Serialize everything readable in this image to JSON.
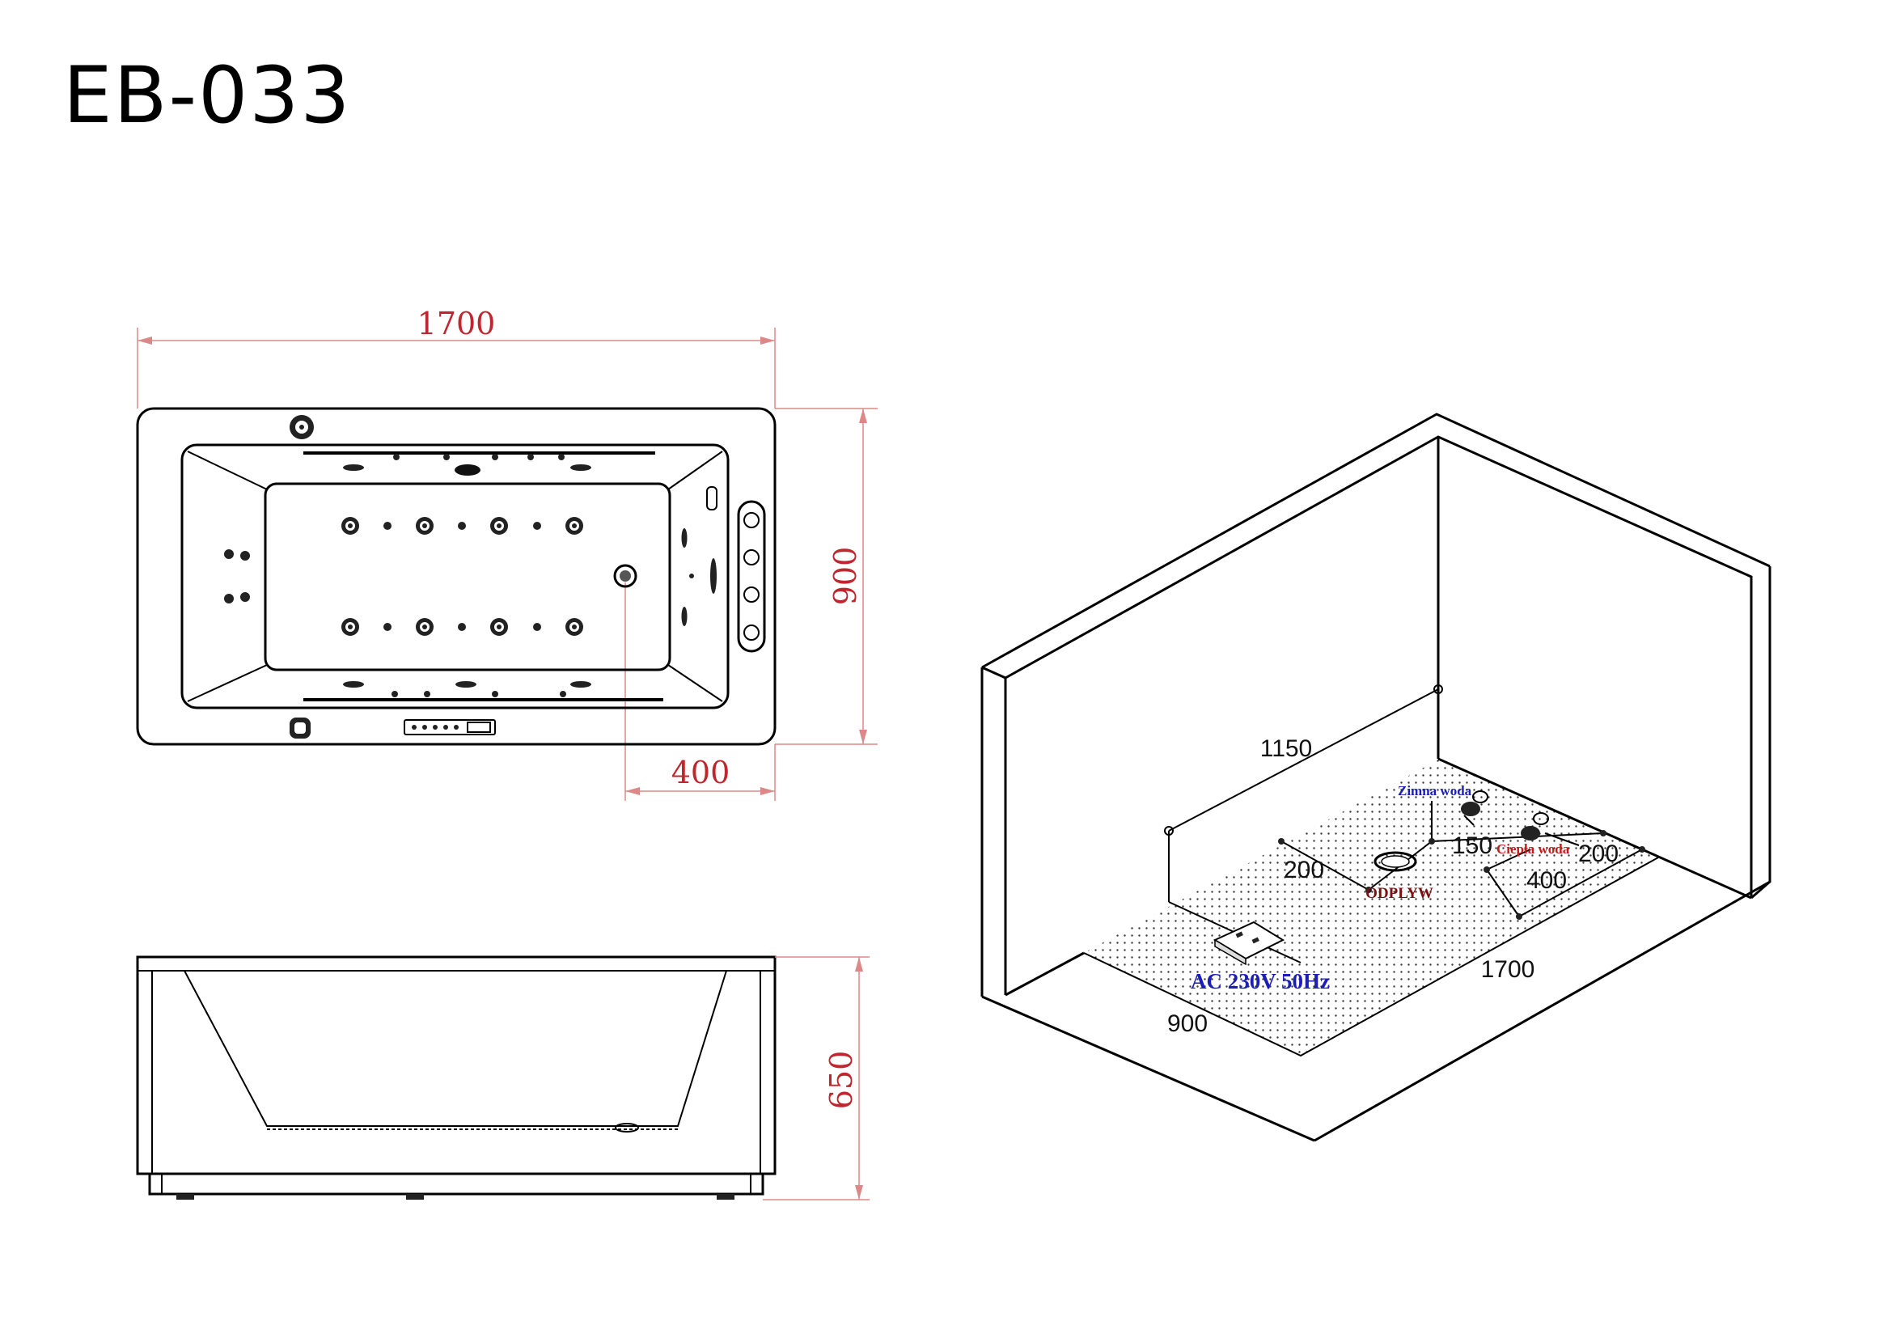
{
  "title": "EB-033",
  "top_view": {
    "width_label": "1700",
    "depth_label": "900",
    "offset_label": "400"
  },
  "side_view": {
    "height_label": "650"
  },
  "install_view": {
    "dim_1150": "1150",
    "dim_200_left": "200",
    "dim_150": "150",
    "dim_200_right": "200",
    "dim_400": "400",
    "dim_1700": "1700",
    "dim_900": "900",
    "cold_water": "Zimna woda",
    "hot_water": "Ciepła woda",
    "drain": "ODPLYW",
    "power": "AC 230V 50Hz"
  },
  "colors": {
    "dimension_red": "#c0262d",
    "label_blue": "#1b1fb8",
    "label_red": "#c81818",
    "drain_label": "#7a1010"
  }
}
